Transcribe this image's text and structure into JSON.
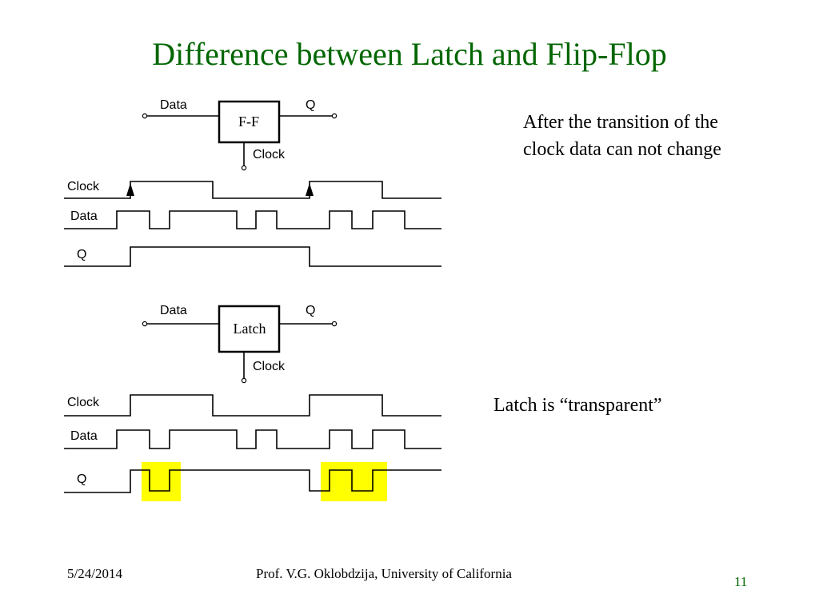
{
  "slide": {
    "title": "Difference between Latch and Flip-Flop",
    "footer_date": "5/24/2014",
    "footer_author": "Prof. V.G. Oklobdzija, University of California",
    "page_number": "11"
  },
  "colors": {
    "title": "#006600",
    "highlight": "#ffff00"
  },
  "flipflop": {
    "block_label": "F-F",
    "data_pin": "Data",
    "q_pin": "Q",
    "clock_pin": "Clock",
    "note": "After the transition of the clock data can not change",
    "waveforms": {
      "clock_label": "Clock",
      "data_label": "Data",
      "q_label": "Q"
    }
  },
  "latch": {
    "block_label": "Latch",
    "data_pin": "Data",
    "q_pin": "Q",
    "clock_pin": "Clock",
    "note": "Latch is “transparent”",
    "waveforms": {
      "clock_label": "Clock",
      "data_label": "Data",
      "q_label": "Q"
    }
  }
}
